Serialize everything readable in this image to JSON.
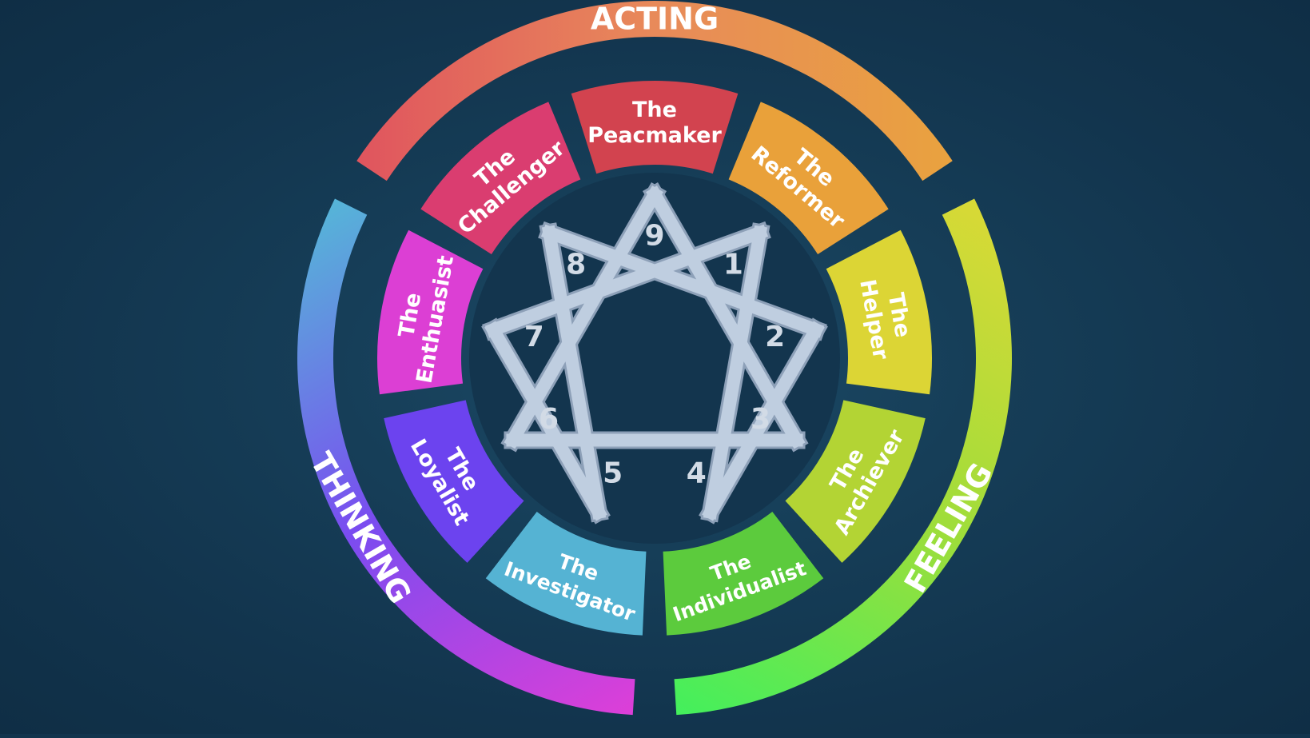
{
  "groups": [
    {
      "label": "ACTING",
      "colors": [
        "#e0555e",
        "#e88a5a",
        "#e9a23f"
      ]
    },
    {
      "label": "FEELING",
      "colors": [
        "#d8d936",
        "#9fdd3a",
        "#44ef5c"
      ]
    },
    {
      "label": "THINKING",
      "colors": [
        "#dc3fd8",
        "#7a4cf0",
        "#56b4d8"
      ]
    }
  ],
  "types": [
    {
      "number": "9",
      "lines": [
        "The",
        "Peacmaker"
      ],
      "color": "#d2434f"
    },
    {
      "number": "1",
      "lines": [
        "The",
        "Reformer"
      ],
      "color": "#e9a13a"
    },
    {
      "number": "2",
      "lines": [
        "The",
        "Helper"
      ],
      "color": "#dcd535"
    },
    {
      "number": "3",
      "lines": [
        "The",
        "Archiever"
      ],
      "color": "#b3d434"
    },
    {
      "number": "4",
      "lines": [
        "The",
        "Individualist"
      ],
      "color": "#5ccb3d"
    },
    {
      "number": "5",
      "lines": [
        "The",
        "Investigator"
      ],
      "color": "#55b3d3"
    },
    {
      "number": "6",
      "lines": [
        "The",
        "Loyalist"
      ],
      "color": "#6c43ef"
    },
    {
      "number": "7",
      "lines": [
        "The",
        "Enthuasist"
      ],
      "color": "#dc3fd4"
    },
    {
      "number": "8",
      "lines": [
        "The",
        "Challenger"
      ],
      "color": "#da3d70"
    }
  ],
  "colors": {
    "star_fill": "#bfcee0",
    "star_edge": "#8da0b8",
    "number_text": "#d2dbe6",
    "label_text": "#ffffff",
    "background": "#12344d",
    "inner_disc": "#13354e"
  }
}
